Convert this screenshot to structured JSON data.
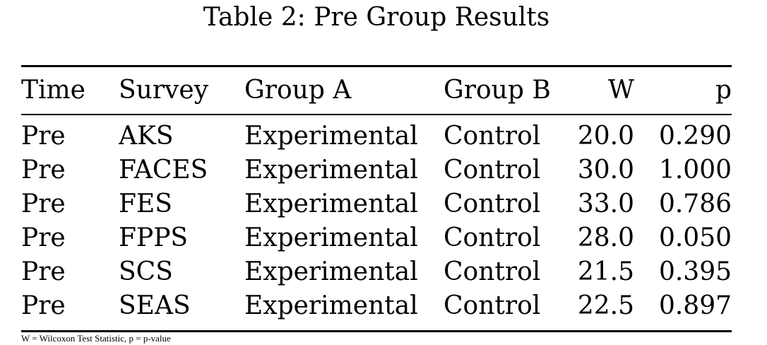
{
  "caption": "Table 2:  Pre Group Results",
  "table": {
    "headers": {
      "time": "Time",
      "survey": "Survey",
      "group_a": "Group A",
      "group_b": "Group B",
      "w": "W",
      "p": "p"
    },
    "rows": [
      {
        "time": "Pre",
        "survey": "AKS",
        "group_a": "Experimental",
        "group_b": "Control",
        "w": "20.0",
        "p": "0.290"
      },
      {
        "time": "Pre",
        "survey": "FACES",
        "group_a": "Experimental",
        "group_b": "Control",
        "w": "30.0",
        "p": "1.000"
      },
      {
        "time": "Pre",
        "survey": "FES",
        "group_a": "Experimental",
        "group_b": "Control",
        "w": "33.0",
        "p": "0.786"
      },
      {
        "time": "Pre",
        "survey": "FPPS",
        "group_a": "Experimental",
        "group_b": "Control",
        "w": "28.0",
        "p": "0.050"
      },
      {
        "time": "Pre",
        "survey": "SCS",
        "group_a": "Experimental",
        "group_b": "Control",
        "w": "21.5",
        "p": "0.395"
      },
      {
        "time": "Pre",
        "survey": "SEAS",
        "group_a": "Experimental",
        "group_b": "Control",
        "w": "22.5",
        "p": "0.897"
      }
    ]
  },
  "footnote": "W = Wilcoxon Test Statistic, p = p-value"
}
